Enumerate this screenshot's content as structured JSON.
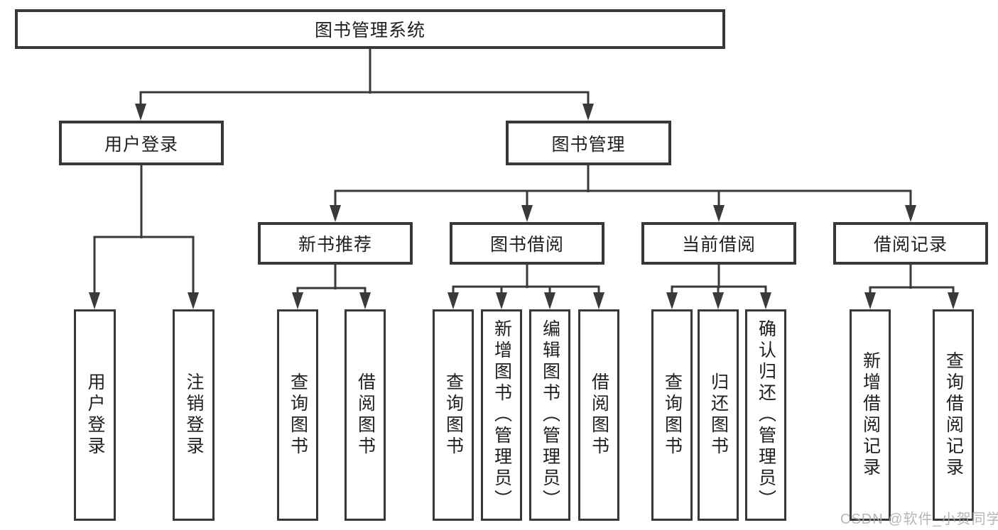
{
  "tree": {
    "label": "图书管理系统",
    "children": [
      {
        "label": "用户登录",
        "children": [
          {
            "label": "用户登录"
          },
          {
            "label": "注销登录"
          }
        ]
      },
      {
        "label": "图书管理",
        "children": [
          {
            "label": "新书推荐",
            "children": [
              {
                "label": "查询图书"
              },
              {
                "label": "借阅图书"
              }
            ]
          },
          {
            "label": "图书借阅",
            "children": [
              {
                "label": "查询图书"
              },
              {
                "label": "新增图书（管理员）"
              },
              {
                "label": "编辑图书（管理员）"
              },
              {
                "label": "借阅图书"
              }
            ]
          },
          {
            "label": "当前借阅",
            "children": [
              {
                "label": "查询图书"
              },
              {
                "label": "归还图书"
              },
              {
                "label": "确认归还（管理员）"
              }
            ]
          },
          {
            "label": "借阅记录",
            "children": [
              {
                "label": "新增借阅记录"
              },
              {
                "label": "查询借阅记录"
              }
            ]
          }
        ]
      }
    ]
  },
  "watermark": {
    "text": "CSDN @软件_小贺同学"
  },
  "colors": {
    "background": "#ffffff",
    "line": "#3a3a3a",
    "box_border": "#383838",
    "text": "#1f1f1f",
    "watermark": "#a9a9a9"
  }
}
